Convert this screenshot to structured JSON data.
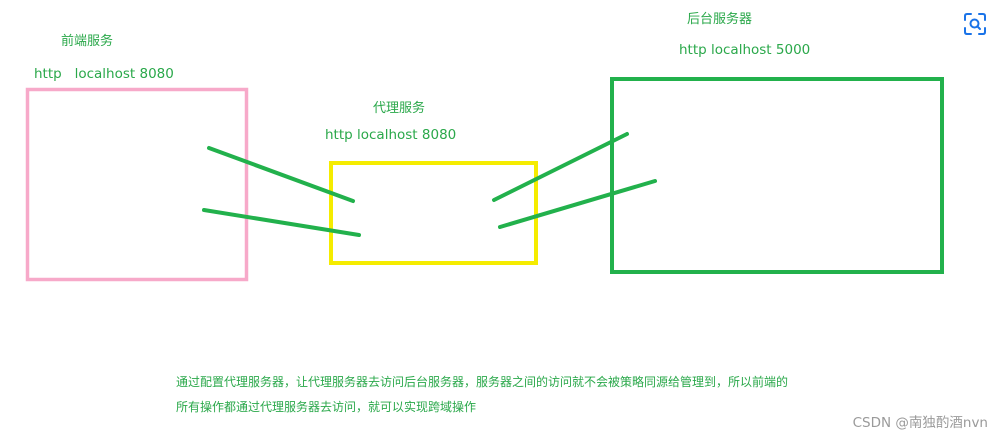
{
  "frontend": {
    "title": "前端服务",
    "url": "http   localhost 8080"
  },
  "proxy": {
    "title": "代理服务",
    "url": "http localhost 8080"
  },
  "backend": {
    "title": "后台服务器",
    "url": "http localhost 5000"
  },
  "caption": {
    "line1": "通过配置代理服务器，让代理服务器去访问后台服务器，服务器之间的访问就不会被策略同源给管理到，所以前端的",
    "line2": "所有操作都通过代理服务器去访问，就可以实现跨域操作"
  },
  "watermark": "CSDN @南独酌酒nvn",
  "colors": {
    "frontend_box": "#f7a9c9",
    "proxy_box": "#f5ec00",
    "backend_box": "#22b14c",
    "connector": "#22b14c",
    "text": "#2aa84a"
  },
  "icons": {
    "top_right": "scan-icon"
  }
}
